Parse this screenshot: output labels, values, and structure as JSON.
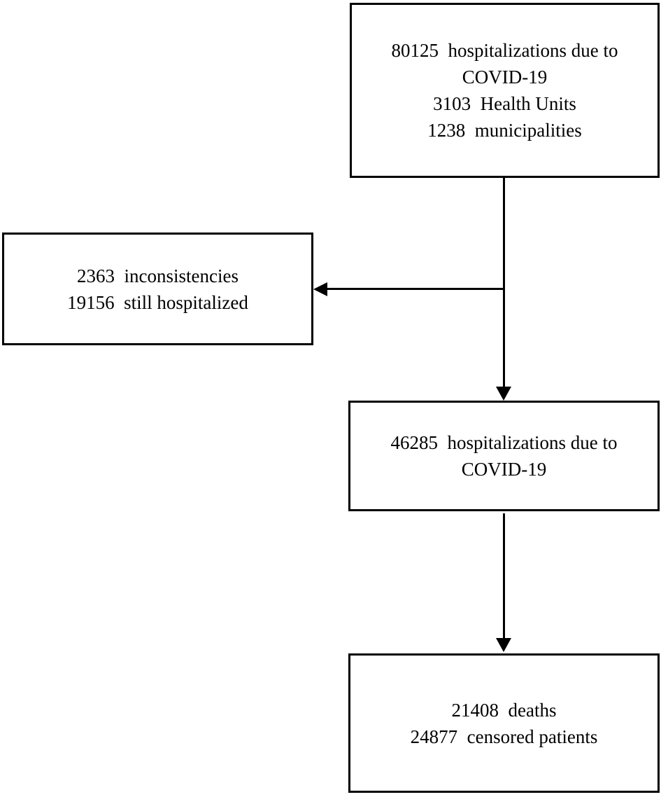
{
  "colors": {
    "background": "#ffffff",
    "box_border": "#000000",
    "text": "#000000",
    "arrow": "#000000"
  },
  "flowchart": {
    "boxes": {
      "initial": {
        "lines": [
          "80125  hospitalizations due to",
          "COVID-19",
          "3103  Health Units",
          "1238  municipalities"
        ]
      },
      "excluded": {
        "lines": [
          "2363  inconsistencies",
          "19156  still hospitalized"
        ]
      },
      "included": {
        "lines": [
          "46285  hospitalizations due to",
          "COVID-19"
        ]
      },
      "outcomes": {
        "lines": [
          "21408  deaths",
          "24877  censored patients"
        ]
      }
    }
  }
}
